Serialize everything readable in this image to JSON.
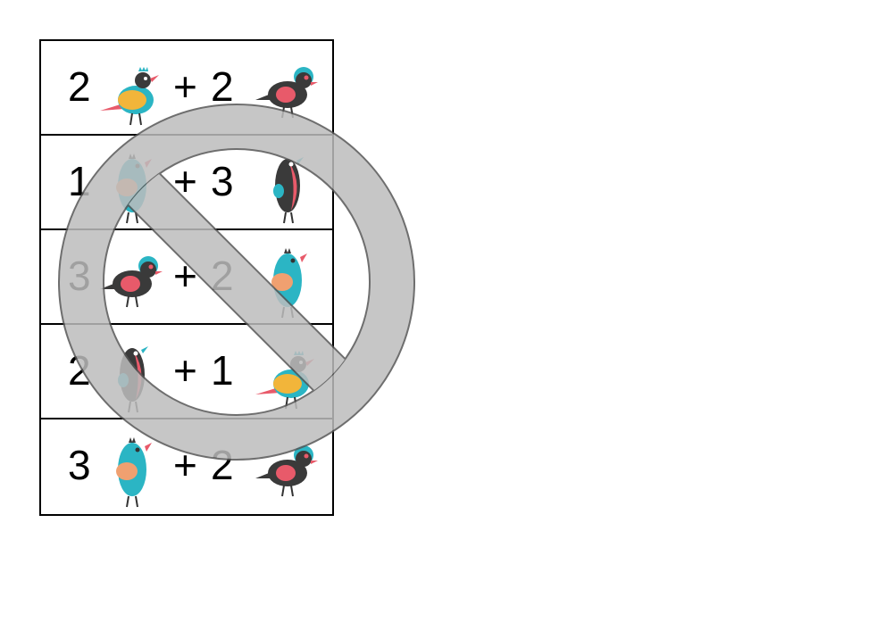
{
  "rows": [
    {
      "count1": "2",
      "bird1": "crowned-yellow-bird",
      "plus": "+",
      "count2": "2",
      "bird2": "black-red-wing-bird"
    },
    {
      "count1": "1",
      "bird1": "teal-tall-bird",
      "plus": "+",
      "count2": "3",
      "bird2": "red-belly-bird"
    },
    {
      "count1": "3",
      "bird1": "black-red-wing-bird",
      "plus": "+",
      "count2": "2",
      "bird2": "teal-tall-bird"
    },
    {
      "count1": "2",
      "bird1": "red-belly-bird",
      "plus": "+",
      "count2": "1",
      "bird2": "crowned-yellow-bird"
    },
    {
      "count1": "3",
      "bird1": "teal-tall-bird",
      "plus": "+",
      "count2": "2",
      "bird2": "black-red-wing-bird"
    }
  ],
  "overlay": {
    "icon": "prohibition-sign",
    "color": "#bdbdbd"
  }
}
